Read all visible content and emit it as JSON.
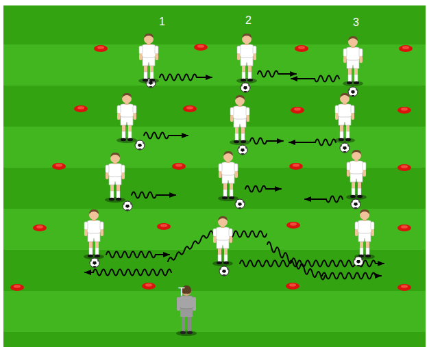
{
  "diagram": {
    "labels": [
      "1",
      "2",
      "3",
      "T"
    ]
  }
}
